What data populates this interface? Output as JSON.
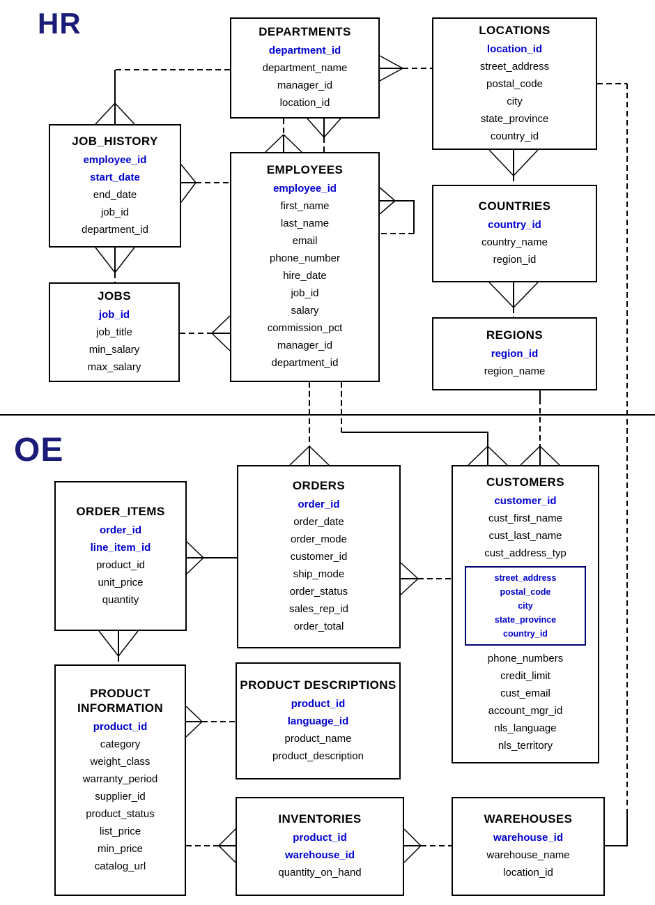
{
  "sections": {
    "hr_label": "HR",
    "oe_label": "OE"
  },
  "colors": {
    "primary_key_blue": "#0000d0",
    "section_label_navy": "#1b1b78",
    "subbox_border_navy": "#00006e",
    "line_black": "#000000",
    "background": "#ffffff"
  },
  "tables": {
    "departments": {
      "title": "DEPARTMENTS",
      "attrs": [
        {
          "name": "department_id",
          "pk": true
        },
        {
          "name": "department_name"
        },
        {
          "name": "manager_id"
        },
        {
          "name": "location_id"
        }
      ]
    },
    "locations": {
      "title": "LOCATIONS",
      "attrs": [
        {
          "name": "location_id",
          "pk": true
        },
        {
          "name": "street_address"
        },
        {
          "name": "postal_code"
        },
        {
          "name": "city"
        },
        {
          "name": "state_province"
        },
        {
          "name": "country_id"
        }
      ]
    },
    "job_history": {
      "title": "JOB_HISTORY",
      "attrs": [
        {
          "name": "employee_id",
          "pk": true
        },
        {
          "name": "start_date",
          "pk": true
        },
        {
          "name": "end_date"
        },
        {
          "name": "job_id"
        },
        {
          "name": "department_id"
        }
      ]
    },
    "employees": {
      "title": "EMPLOYEES",
      "attrs": [
        {
          "name": "employee_id",
          "pk": true
        },
        {
          "name": "first_name"
        },
        {
          "name": "last_name"
        },
        {
          "name": "email"
        },
        {
          "name": "phone_number"
        },
        {
          "name": "hire_date"
        },
        {
          "name": "job_id"
        },
        {
          "name": "salary"
        },
        {
          "name": "commission_pct"
        },
        {
          "name": "manager_id"
        },
        {
          "name": "department_id"
        }
      ]
    },
    "countries": {
      "title": "COUNTRIES",
      "attrs": [
        {
          "name": "country_id",
          "pk": true
        },
        {
          "name": "country_name"
        },
        {
          "name": "region_id"
        }
      ]
    },
    "jobs": {
      "title": "JOBS",
      "attrs": [
        {
          "name": "job_id",
          "pk": true
        },
        {
          "name": "job_title"
        },
        {
          "name": "min_salary"
        },
        {
          "name": "max_salary"
        }
      ]
    },
    "regions": {
      "title": "REGIONS",
      "attrs": [
        {
          "name": "region_id",
          "pk": true
        },
        {
          "name": "region_name"
        }
      ]
    },
    "order_items": {
      "title": "ORDER_ITEMS",
      "attrs": [
        {
          "name": "order_id",
          "pk": true
        },
        {
          "name": "line_item_id",
          "pk": true
        },
        {
          "name": "product_id"
        },
        {
          "name": "unit_price"
        },
        {
          "name": "quantity"
        }
      ]
    },
    "orders": {
      "title": "ORDERS",
      "attrs": [
        {
          "name": "order_id",
          "pk": true
        },
        {
          "name": "order_date"
        },
        {
          "name": "order_mode"
        },
        {
          "name": "customer_id"
        },
        {
          "name": "ship_mode"
        },
        {
          "name": "order_status"
        },
        {
          "name": "sales_rep_id"
        },
        {
          "name": "order_total"
        }
      ]
    },
    "customers": {
      "title": "CUSTOMERS",
      "attrs": [
        {
          "name": "customer_id",
          "pk": true
        },
        {
          "name": "cust_first_name"
        },
        {
          "name": "cust_last_name"
        },
        {
          "name": "cust_address_typ"
        },
        {
          "subbox": {
            "attrs": [
              "street_address",
              "postal_code",
              "city",
              "state_province",
              "country_id"
            ]
          }
        },
        {
          "name": "phone_numbers"
        },
        {
          "name": "credit_limit"
        },
        {
          "name": "cust_email"
        },
        {
          "name": "account_mgr_id"
        },
        {
          "name": "nls_language"
        },
        {
          "name": "nls_territory"
        }
      ]
    },
    "product_information": {
      "title": "PRODUCT INFORMATION",
      "attrs": [
        {
          "name": "product_id",
          "pk": true
        },
        {
          "name": "category"
        },
        {
          "name": "weight_class"
        },
        {
          "name": "warranty_period"
        },
        {
          "name": "supplier_id"
        },
        {
          "name": "product_status"
        },
        {
          "name": "list_price"
        },
        {
          "name": "min_price"
        },
        {
          "name": "catalog_url"
        }
      ]
    },
    "product_descriptions": {
      "title": "PRODUCT DESCRIPTIONS",
      "attrs": [
        {
          "name": "product_id",
          "pk": true
        },
        {
          "name": "language_id",
          "pk": true
        },
        {
          "name": "product_name"
        },
        {
          "name": "product_description"
        }
      ]
    },
    "inventories": {
      "title": "INVENTORIES",
      "attrs": [
        {
          "name": "product_id",
          "pk": true
        },
        {
          "name": "warehouse_id",
          "pk": true
        },
        {
          "name": "quantity_on_hand"
        }
      ]
    },
    "warehouses": {
      "title": "WAREHOUSES",
      "attrs": [
        {
          "name": "warehouse_id",
          "pk": true
        },
        {
          "name": "warehouse_name"
        },
        {
          "name": "location_id"
        }
      ]
    }
  },
  "relationships": [
    {
      "from": "DEPARTMENTS",
      "to": "LOCATIONS",
      "many_end": "DEPARTMENTS",
      "style": "dashed"
    },
    {
      "from": "JOB_HISTORY",
      "to": "DEPARTMENTS",
      "many_end": "JOB_HISTORY",
      "style": "dashed"
    },
    {
      "from": "JOB_HISTORY",
      "to": "EMPLOYEES",
      "many_end": "JOB_HISTORY",
      "style": "dashed"
    },
    {
      "from": "JOB_HISTORY",
      "to": "JOBS",
      "many_end": "JOB_HISTORY",
      "style": "dashed"
    },
    {
      "from": "EMPLOYEES",
      "to": "DEPARTMENTS",
      "many_end": "EMPLOYEES",
      "style": "dashed"
    },
    {
      "from": "DEPARTMENTS",
      "to": "EMPLOYEES",
      "many_end": "DEPARTMENTS",
      "style": "dashed"
    },
    {
      "from": "EMPLOYEES",
      "to": "EMPLOYEES",
      "many_end": "EMPLOYEES",
      "style": "self-loop"
    },
    {
      "from": "EMPLOYEES",
      "to": "JOBS",
      "many_end": "EMPLOYEES",
      "style": "dashed"
    },
    {
      "from": "LOCATIONS",
      "to": "COUNTRIES",
      "many_end": "LOCATIONS",
      "style": "dashed"
    },
    {
      "from": "COUNTRIES",
      "to": "REGIONS",
      "many_end": "COUNTRIES",
      "style": "dashed"
    },
    {
      "from": "WAREHOUSES",
      "to": "LOCATIONS",
      "many_end": null,
      "style": "dashed"
    },
    {
      "from": "ORDER_ITEMS",
      "to": "ORDERS",
      "many_end": "ORDER_ITEMS",
      "style": "solid"
    },
    {
      "from": "ORDER_ITEMS",
      "to": "PRODUCT INFORMATION",
      "many_end": "ORDER_ITEMS",
      "style": "dashed"
    },
    {
      "from": "ORDERS",
      "to": "EMPLOYEES",
      "many_end": "ORDERS",
      "style": "dashed"
    },
    {
      "from": "CUSTOMERS",
      "to": "EMPLOYEES",
      "many_end": "CUSTOMERS",
      "style": "dashed"
    },
    {
      "from": "CUSTOMERS",
      "to": "REGIONS",
      "many_end": "CUSTOMERS",
      "style": "dashed"
    },
    {
      "from": "ORDERS",
      "to": "CUSTOMERS",
      "many_end": "ORDERS",
      "style": "dashed"
    },
    {
      "from": "PRODUCT INFORMATION",
      "to": "PRODUCT DESCRIPTIONS",
      "many_end": "PRODUCT INFORMATION",
      "style": "dashed"
    },
    {
      "from": "INVENTORIES",
      "to": "PRODUCT INFORMATION",
      "many_end": "INVENTORIES",
      "style": "dashed"
    },
    {
      "from": "INVENTORIES",
      "to": "WAREHOUSES",
      "many_end": "INVENTORIES",
      "style": "dashed"
    }
  ]
}
